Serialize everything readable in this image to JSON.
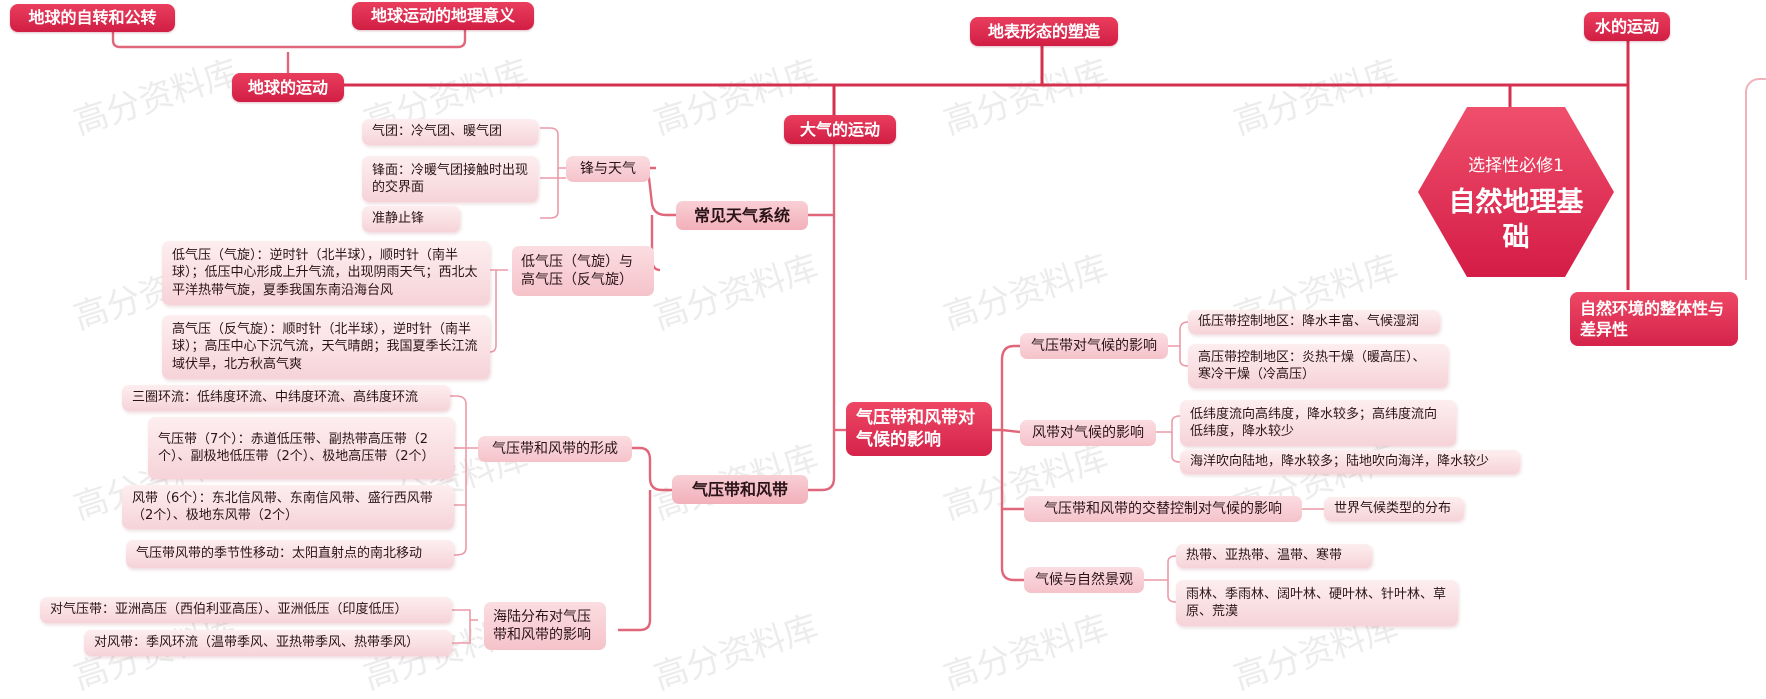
{
  "hub": {
    "subtitle": "选择性必修1",
    "title": "自然地理基础"
  },
  "top": {
    "earth_rotation": "地球的自转和公转",
    "earth_motion_meaning": "地球运动的地理意义",
    "earth_motion": "地球的运动",
    "landform": "地表形态的塑造",
    "water": "水的运动",
    "environment": "自然环境的整体性与差异性"
  },
  "atmosphere": {
    "label": "大气的运动",
    "weather": {
      "label": "常见天气系统",
      "front": {
        "label": "锋与天气",
        "items": [
          "气团：冷气团、暖气团",
          "锋面：冷暖气团接触时出现的交界面",
          "准静止锋"
        ]
      },
      "pressure": {
        "label": "低气压（气旋）与高气压（反气旋）",
        "items": [
          "低气压（气旋）：逆时针（北半球），顺时针（南半球）；低压中心形成上升气流，出现阴雨天气；西北太平洋热带气旋，夏季我国东南沿海台风",
          "高气压（反气旋）：顺时针（北半球），逆时针（南半球）；高压中心下沉气流，天气晴朗；我国夏季长江流域伏旱，北方秋高气爽"
        ]
      }
    },
    "belts": {
      "label": "气压带和风带",
      "formation": {
        "label": "气压带和风带的形成",
        "items": [
          "三圈环流：低纬度环流、中纬度环流、高纬度环流",
          "气压带（7个）：赤道低压带、副热带高压带（2个）、副极地低压带（2个）、极地高压带（2个）",
          "风带（6个）：东北信风带、东南信风带、盛行西风带（2个）、极地东风带（2个）",
          "气压带风带的季节性移动：太阳直射点的南北移动"
        ]
      },
      "land_sea": {
        "label": "海陆分布对气压带和风带的影响",
        "items": [
          "对气压带：亚洲高压（西伯利亚高压）、亚洲低压（印度低压）",
          "对风带：季风环流（温带季风、亚热带季风、热带季风）"
        ]
      }
    },
    "climate": {
      "label": "气压带和风带对气候的影响",
      "pressure_effect": {
        "label": "气压带对气候的影响",
        "items": [
          "低压带控制地区：降水丰富、气候湿润",
          "高压带控制地区：炎热干燥（暖高压）、寒冷干燥（冷高压）"
        ]
      },
      "wind_effect": {
        "label": "风带对气候的影响",
        "items": [
          "低纬度流向高纬度，降水较多；高纬度流向低纬度，降水较少",
          "海洋吹向陆地，降水较多；陆地吹向海洋，降水较少"
        ]
      },
      "alternate": {
        "label": "气压带和风带的交替控制对气候的影响",
        "item": "世界气候类型的分布"
      },
      "landscape": {
        "label": "气候与自然景观",
        "items": [
          "热带、亚热带、温带、寒带",
          "雨林、季雨林、阔叶林、硬叶林、针叶林、草原、荒漠"
        ]
      }
    }
  },
  "watermark": "高分资料库",
  "colors": {
    "primary": "#d6304f",
    "subnode": "#f2b0ba",
    "leaf": "#f6d3d8"
  }
}
